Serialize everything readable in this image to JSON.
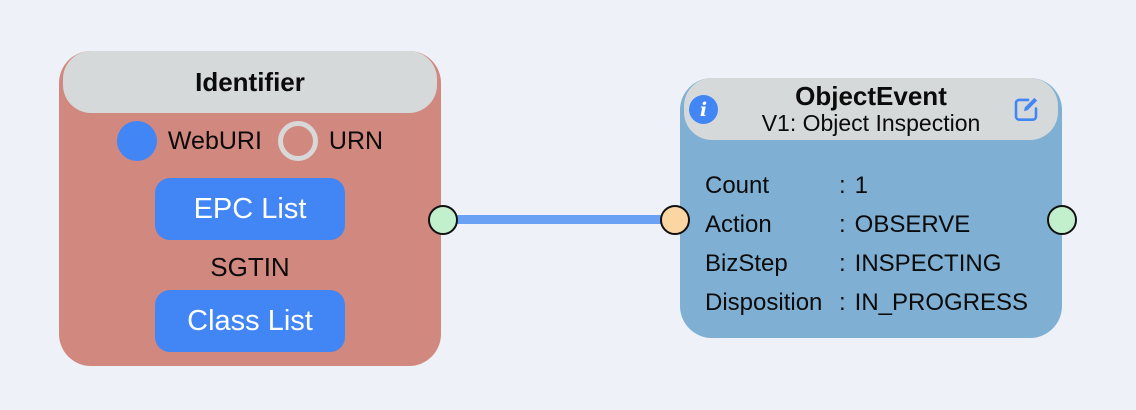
{
  "colors": {
    "background": "#eef1f8",
    "identifier-node": "#d1887e",
    "objectevent-node": "#7fb0d4",
    "node-header": "#d5d9da",
    "accent-blue": "#4285f4",
    "edge-blue": "#6ba1f4",
    "handle-green": "#c3f0cc",
    "handle-orange": "#fbd5a2",
    "radio-ring": "#d8d8d8"
  },
  "identifier": {
    "title": "Identifier",
    "radios": [
      {
        "label": "WebURI",
        "selected": true
      },
      {
        "label": "URN",
        "selected": false
      }
    ],
    "epc_button_label": "EPC List",
    "scheme": "SGTIN",
    "class_button_label": "Class List"
  },
  "objectEvent": {
    "title": "ObjectEvent",
    "subtitle": "V1: Object Inspection",
    "info_glyph": "i",
    "colon": ":",
    "rows": [
      {
        "label": "Count",
        "value": "1"
      },
      {
        "label": "Action",
        "value": "OBSERVE"
      },
      {
        "label": "BizStep",
        "value": "INSPECTING"
      },
      {
        "label": "Disposition",
        "value": "IN_PROGRESS"
      }
    ]
  }
}
